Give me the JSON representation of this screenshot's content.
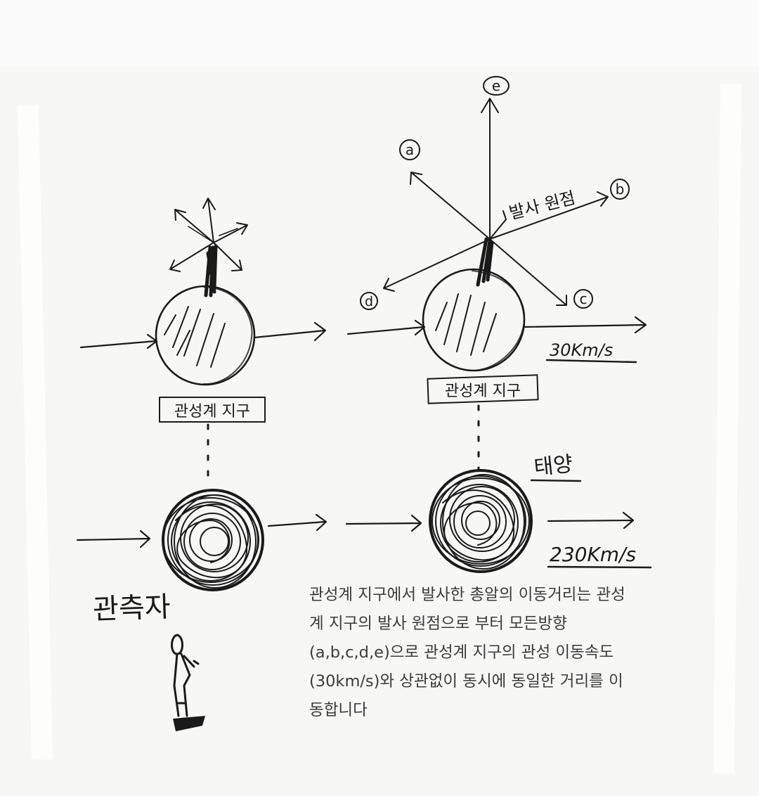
{
  "labels": {
    "frame_left": "관성계 지구",
    "frame_right": "관성계 지구",
    "origin": "발사 원점",
    "sun": "태양",
    "observer": "관측자",
    "earth_speed": "30Km/s",
    "sun_speed": "230Km/s",
    "dir_a": "a",
    "dir_b": "b",
    "dir_c": "c",
    "dir_d": "d",
    "dir_e": "e"
  },
  "caption": {
    "lines": [
      "관성계 지구에서 발사한 총알의 이동거리는 관성",
      "계 지구의 발사 원점으로 부터 모든방향",
      "(a,b,c,d,e)으로 관성계 지구의 관성 이동속도",
      "(30km/s)와 상관없이  동시에 동일한 거리를 이",
      "동합니다"
    ]
  }
}
